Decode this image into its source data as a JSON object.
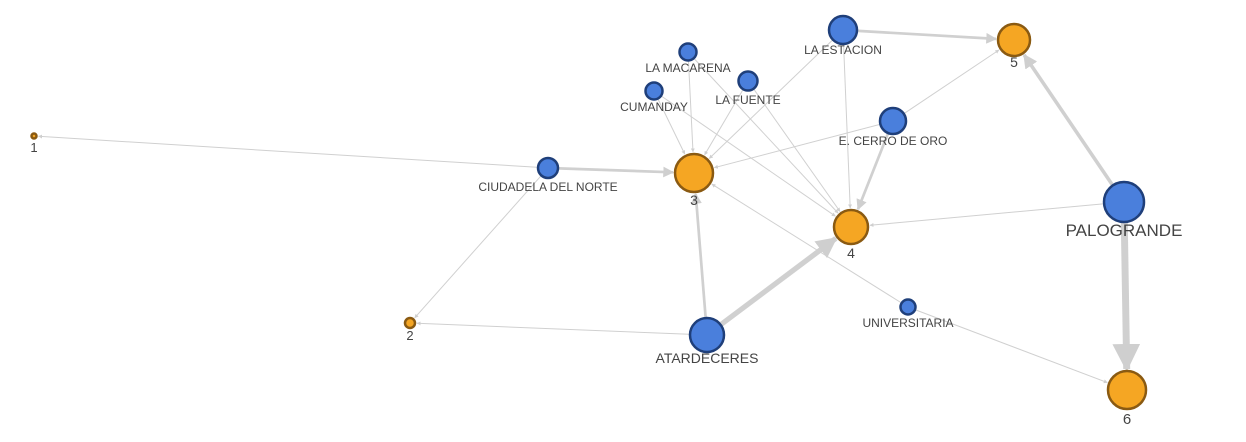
{
  "colors": {
    "origin": "#4a7fdc",
    "origin_stroke": "#1f3f7a",
    "destination": "#f5a623",
    "destination_stroke": "#8a5a12",
    "edge": "#d0d0d0",
    "label": "#444444"
  },
  "nodes": [
    {
      "id": "n1",
      "label": "1",
      "kind": "destination",
      "weight": 0
    },
    {
      "id": "n2",
      "label": "2",
      "kind": "destination",
      "weight": 1
    },
    {
      "id": "n3",
      "label": "3",
      "kind": "destination",
      "weight": 5
    },
    {
      "id": "n4",
      "label": "4",
      "kind": "destination",
      "weight": 5
    },
    {
      "id": "n5",
      "label": "5",
      "kind": "destination",
      "weight": 4
    },
    {
      "id": "n6",
      "label": "6",
      "kind": "destination",
      "weight": 5
    },
    {
      "id": "ciudadela",
      "label": "CIUDADELA DEL NORTE",
      "kind": "origin",
      "weight": 2
    },
    {
      "id": "macarena",
      "label": "LA MACARENA",
      "kind": "origin",
      "weight": 1
    },
    {
      "id": "cumanday",
      "label": "CUMANDAY",
      "kind": "origin",
      "weight": 1
    },
    {
      "id": "fuente",
      "label": "LA FUENTE",
      "kind": "origin",
      "weight": 1
    },
    {
      "id": "estacion",
      "label": "LA ESTACION",
      "kind": "origin",
      "weight": 3
    },
    {
      "id": "cerro",
      "label": "E. CERRO DE ORO",
      "kind": "origin",
      "weight": 3
    },
    {
      "id": "palogrande",
      "label": "PALOGRANDE",
      "kind": "origin",
      "weight": 6
    },
    {
      "id": "universitaria",
      "label": "UNIVERSITARIA",
      "kind": "origin",
      "weight": 1
    },
    {
      "id": "atardeceres",
      "label": "ATARDECERES",
      "kind": "origin",
      "weight": 5
    }
  ],
  "edges": [
    {
      "from": "ciudadela",
      "to": "n1",
      "weight": 1
    },
    {
      "from": "ciudadela",
      "to": "n2",
      "weight": 1
    },
    {
      "from": "ciudadela",
      "to": "n3",
      "weight": 3
    },
    {
      "from": "atardeceres",
      "to": "n2",
      "weight": 1
    },
    {
      "from": "atardeceres",
      "to": "n3",
      "weight": 3
    },
    {
      "from": "atardeceres",
      "to": "n4",
      "weight": 6
    },
    {
      "from": "macarena",
      "to": "n3",
      "weight": 1
    },
    {
      "from": "macarena",
      "to": "n4",
      "weight": 1
    },
    {
      "from": "cumanday",
      "to": "n3",
      "weight": 1
    },
    {
      "from": "cumanday",
      "to": "n4",
      "weight": 1
    },
    {
      "from": "fuente",
      "to": "n3",
      "weight": 1
    },
    {
      "from": "fuente",
      "to": "n4",
      "weight": 1
    },
    {
      "from": "estacion",
      "to": "n3",
      "weight": 1
    },
    {
      "from": "estacion",
      "to": "n4",
      "weight": 1
    },
    {
      "from": "estacion",
      "to": "n5",
      "weight": 3
    },
    {
      "from": "cerro",
      "to": "n3",
      "weight": 1
    },
    {
      "from": "cerro",
      "to": "n4",
      "weight": 3
    },
    {
      "from": "cerro",
      "to": "n5",
      "weight": 1
    },
    {
      "from": "palogrande",
      "to": "n4",
      "weight": 1
    },
    {
      "from": "palogrande",
      "to": "n5",
      "weight": 4
    },
    {
      "from": "palogrande",
      "to": "n6",
      "weight": 8
    },
    {
      "from": "universitaria",
      "to": "n3",
      "weight": 1
    },
    {
      "from": "universitaria",
      "to": "n6",
      "weight": 1
    }
  ]
}
